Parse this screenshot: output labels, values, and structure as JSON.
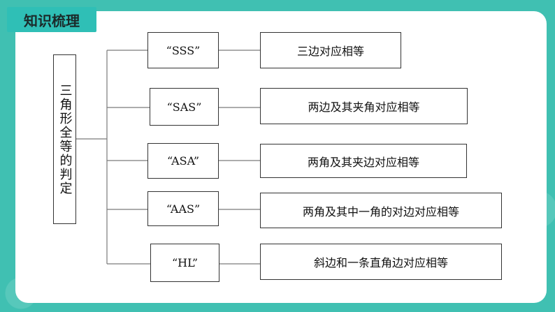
{
  "header": {
    "title": "知识梳理"
  },
  "diagram": {
    "root": "三角形全等的判定",
    "branches": [
      {
        "criterion": "“SSS”",
        "result": "三边对应相等"
      },
      {
        "criterion": "“SAS”",
        "result": "两边及其夹角对应相等"
      },
      {
        "criterion": "“ASA”",
        "result": "两角及其夹边对应相等"
      },
      {
        "criterion": "“AAS”",
        "result": "两角及其中一角的对边对应相等"
      },
      {
        "criterion": "“HL”",
        "result": "斜边和一条直角边对应相等"
      }
    ]
  },
  "colors": {
    "frame": "#40c0b2",
    "title_tag": "#2fbfb6"
  }
}
